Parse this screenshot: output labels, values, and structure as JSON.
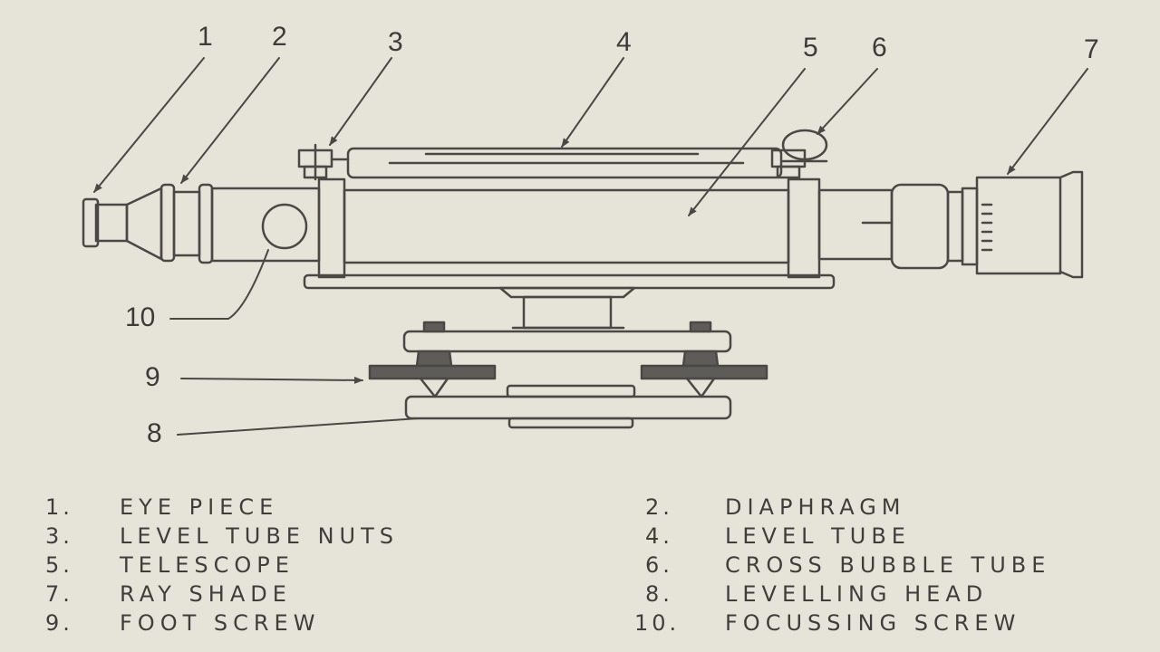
{
  "callouts": [
    "1",
    "2",
    "3",
    "4",
    "5",
    "6",
    "7",
    "8",
    "9",
    "10"
  ],
  "legend": [
    {
      "number": "1.",
      "label": "EYE PIECE"
    },
    {
      "number": "2.",
      "label": "DIAPHRAGM"
    },
    {
      "number": "3.",
      "label": "LEVEL TUBE NUTS"
    },
    {
      "number": "4.",
      "label": "LEVEL TUBE"
    },
    {
      "number": "5.",
      "label": "TELESCOPE"
    },
    {
      "number": "6.",
      "label": "CROSS BUBBLE TUBE"
    },
    {
      "number": "7.",
      "label": "RAY SHADE"
    },
    {
      "number": "8.",
      "label": "LEVELLING HEAD"
    },
    {
      "number": "9.",
      "label": "FOOT SCREW"
    },
    {
      "number": "10.",
      "label": "FOCUSSING SCREW"
    }
  ],
  "colors": {
    "paper": "#e6e3d8",
    "ink": "#4a4844",
    "dark_fill": "#5e5c58"
  }
}
